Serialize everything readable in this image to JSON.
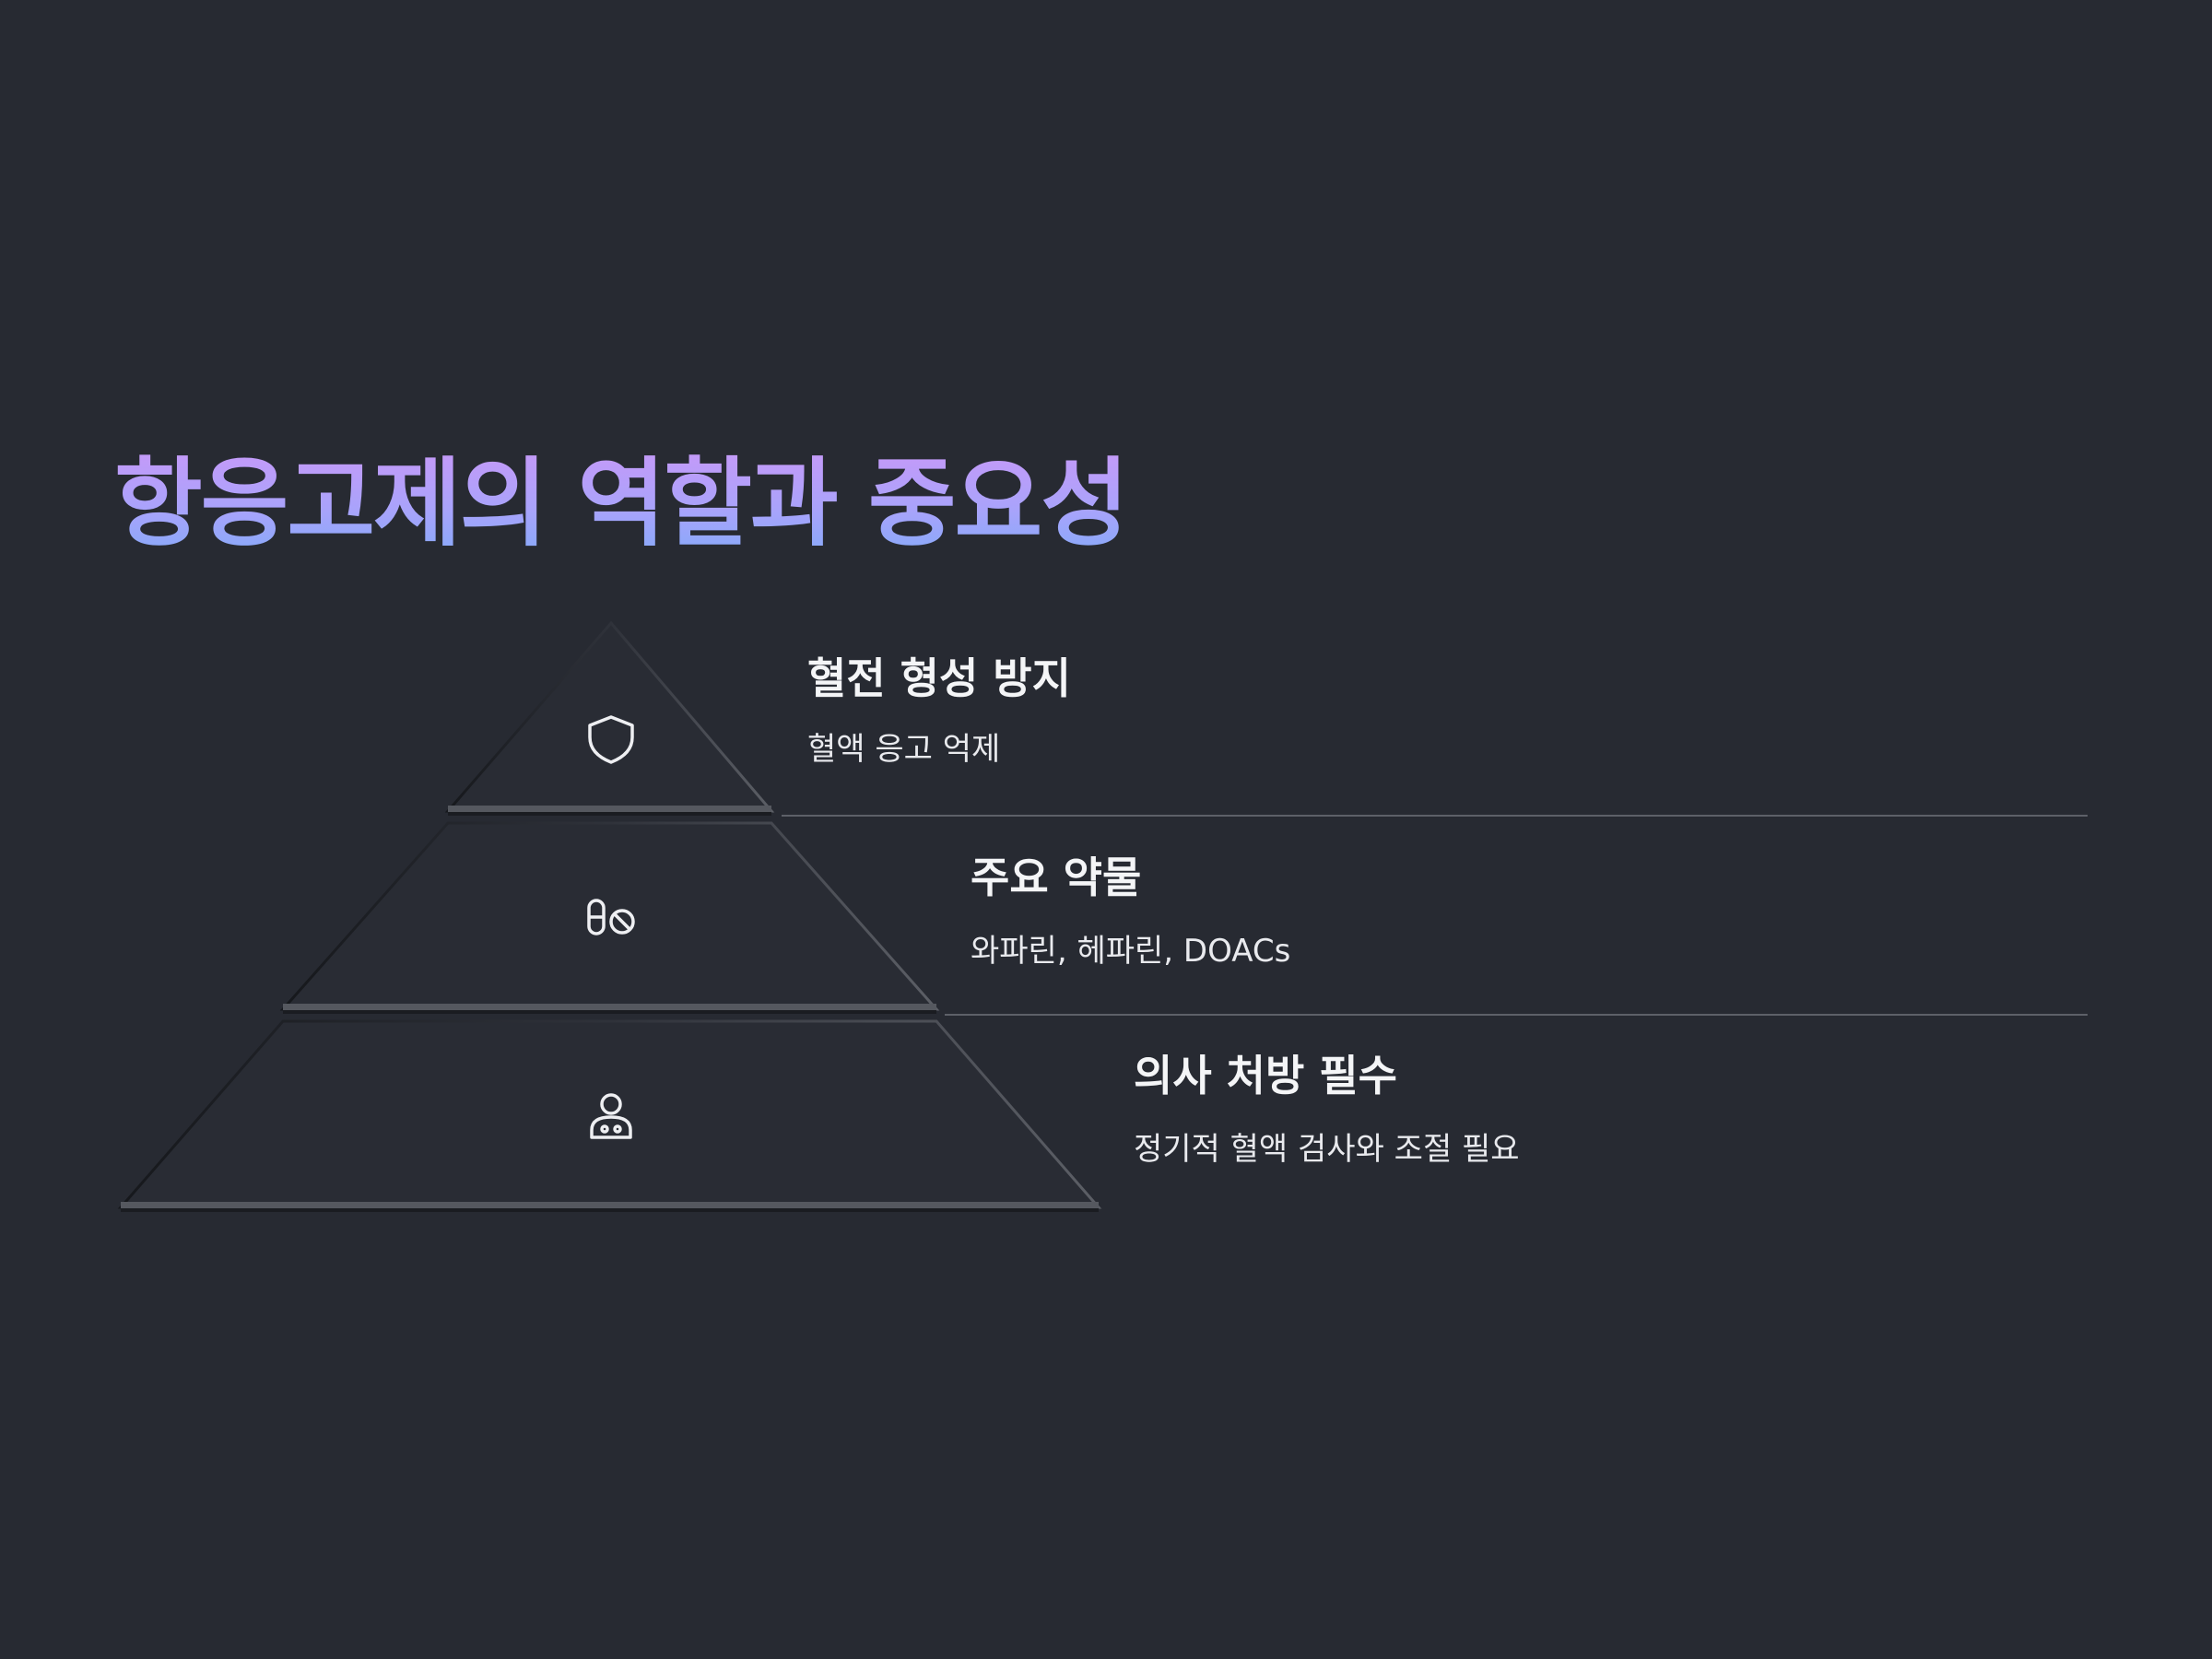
{
  "slide": {
    "title": "항응고제의 역할과 중요성",
    "title_gradient": [
      "#c799f8",
      "#84aafa"
    ],
    "background": "#272a32"
  },
  "pyramid": {
    "tiers": [
      {
        "icon": "shield-icon",
        "title": "혈전 형성 방지",
        "description": "혈액 응고 억제"
      },
      {
        "icon": "pill-prohibited-icon",
        "title": "주요 약물",
        "description": "와파린, 헤파린, DOACs"
      },
      {
        "icon": "doctor-icon",
        "title": "의사 처방 필수",
        "description": "정기적 혈액 검사와 조절 필요"
      }
    ]
  }
}
